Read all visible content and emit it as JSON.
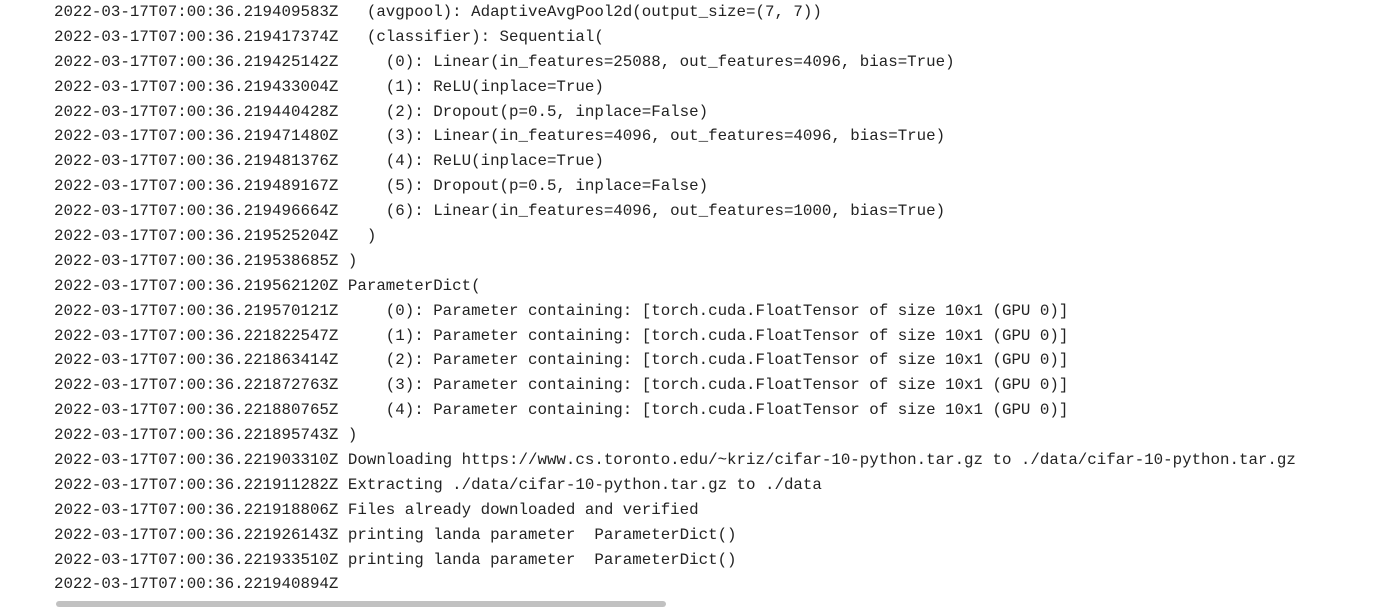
{
  "log_lines": [
    {
      "ts": "2022-03-17T07:00:36.219409583Z",
      "msg": "  (avgpool): AdaptiveAvgPool2d(output_size=(7, 7))"
    },
    {
      "ts": "2022-03-17T07:00:36.219417374Z",
      "msg": "  (classifier): Sequential("
    },
    {
      "ts": "2022-03-17T07:00:36.219425142Z",
      "msg": "    (0): Linear(in_features=25088, out_features=4096, bias=True)"
    },
    {
      "ts": "2022-03-17T07:00:36.219433004Z",
      "msg": "    (1): ReLU(inplace=True)"
    },
    {
      "ts": "2022-03-17T07:00:36.219440428Z",
      "msg": "    (2): Dropout(p=0.5, inplace=False)"
    },
    {
      "ts": "2022-03-17T07:00:36.219471480Z",
      "msg": "    (3): Linear(in_features=4096, out_features=4096, bias=True)"
    },
    {
      "ts": "2022-03-17T07:00:36.219481376Z",
      "msg": "    (4): ReLU(inplace=True)"
    },
    {
      "ts": "2022-03-17T07:00:36.219489167Z",
      "msg": "    (5): Dropout(p=0.5, inplace=False)"
    },
    {
      "ts": "2022-03-17T07:00:36.219496664Z",
      "msg": "    (6): Linear(in_features=4096, out_features=1000, bias=True)"
    },
    {
      "ts": "2022-03-17T07:00:36.219525204Z",
      "msg": "  )"
    },
    {
      "ts": "2022-03-17T07:00:36.219538685Z",
      "msg": ")"
    },
    {
      "ts": "2022-03-17T07:00:36.219562120Z",
      "msg": "ParameterDict("
    },
    {
      "ts": "2022-03-17T07:00:36.219570121Z",
      "msg": "    (0): Parameter containing: [torch.cuda.FloatTensor of size 10x1 (GPU 0)]"
    },
    {
      "ts": "2022-03-17T07:00:36.221822547Z",
      "msg": "    (1): Parameter containing: [torch.cuda.FloatTensor of size 10x1 (GPU 0)]"
    },
    {
      "ts": "2022-03-17T07:00:36.221863414Z",
      "msg": "    (2): Parameter containing: [torch.cuda.FloatTensor of size 10x1 (GPU 0)]"
    },
    {
      "ts": "2022-03-17T07:00:36.221872763Z",
      "msg": "    (3): Parameter containing: [torch.cuda.FloatTensor of size 10x1 (GPU 0)]"
    },
    {
      "ts": "2022-03-17T07:00:36.221880765Z",
      "msg": "    (4): Parameter containing: [torch.cuda.FloatTensor of size 10x1 (GPU 0)]"
    },
    {
      "ts": "2022-03-17T07:00:36.221895743Z",
      "msg": ")"
    },
    {
      "ts": "2022-03-17T07:00:36.221903310Z",
      "msg": "Downloading https://www.cs.toronto.edu/~kriz/cifar-10-python.tar.gz to ./data/cifar-10-python.tar.gz"
    },
    {
      "ts": "2022-03-17T07:00:36.221911282Z",
      "msg": "Extracting ./data/cifar-10-python.tar.gz to ./data"
    },
    {
      "ts": "2022-03-17T07:00:36.221918806Z",
      "msg": "Files already downloaded and verified"
    },
    {
      "ts": "2022-03-17T07:00:36.221926143Z",
      "msg": "printing landa parameter  ParameterDict()"
    },
    {
      "ts": "2022-03-17T07:00:36.221933510Z",
      "msg": "printing landa parameter  ParameterDict()"
    },
    {
      "ts": "2022-03-17T07:00:36.221940894Z",
      "msg": ""
    }
  ]
}
